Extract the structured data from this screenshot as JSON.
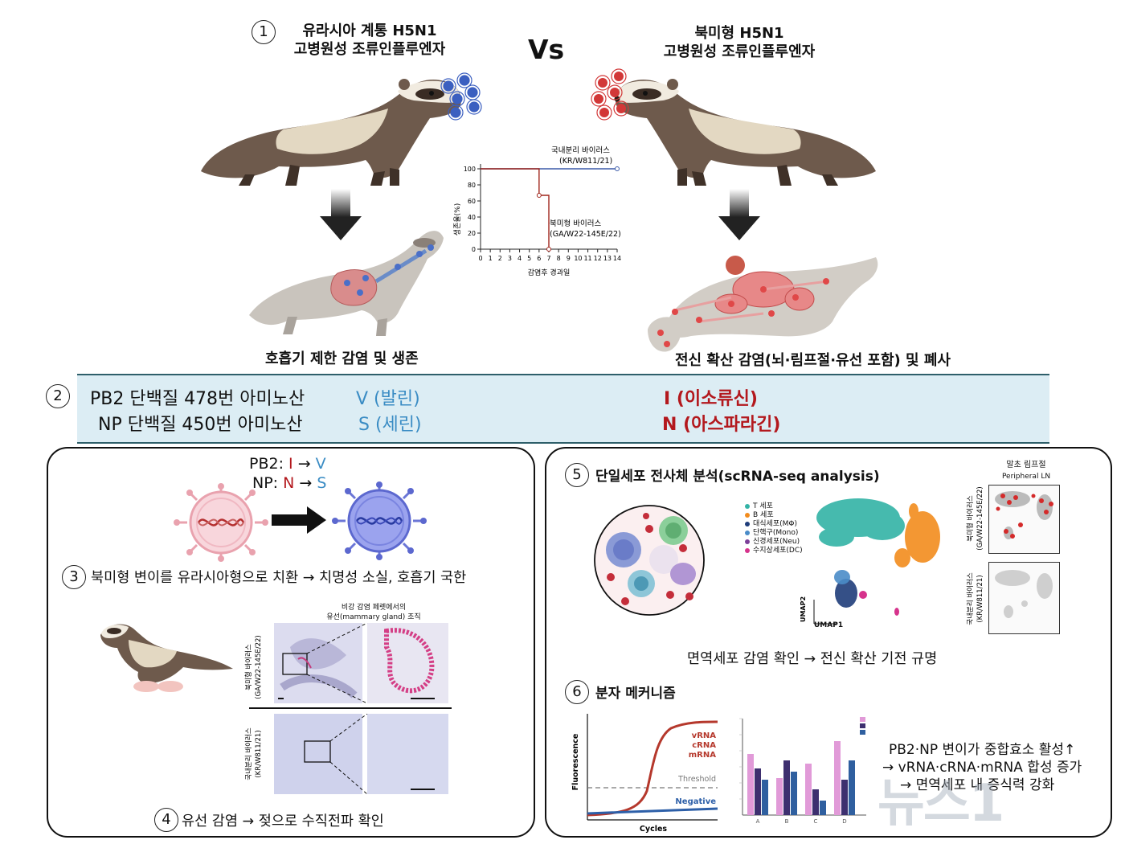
{
  "header": {
    "num1": "1",
    "left_title_1": "유라시아 계통 H5N1",
    "left_title_2": "고병원성 조류인플루엔자",
    "vs": "Vs",
    "right_title_1": "북미형 H5N1",
    "right_title_2": "고병원성 조류인플루엔자",
    "left_outcome": "호흡기 제한 감염 및 생존",
    "right_outcome": "전신 확산 감염(뇌·림프절·유선 포함) 및 폐사"
  },
  "survival_chart": {
    "ylabel": "생존율(%)",
    "xlabel": "감염후 경과일",
    "series_korean_label_1": "국내분리 바이러스",
    "series_korean_label_2": "(KR/W811/21)",
    "series_na_label_1": "북미형 바이러스",
    "series_na_label_2": "(GA/W22-145E/22)"
  },
  "chart_data": {
    "type": "line",
    "title": "",
    "xlabel": "감염후 경과일",
    "ylabel": "생존율(%)",
    "xlim": [
      0,
      14
    ],
    "ylim": [
      0,
      100
    ],
    "x_ticks": [
      "0",
      "1",
      "2",
      "3",
      "4",
      "5",
      "6",
      "7",
      "8",
      "9",
      "10",
      "11",
      "12",
      "13",
      "14"
    ],
    "y_ticks": [
      "0",
      "20",
      "40",
      "60",
      "80",
      "100"
    ],
    "series": [
      {
        "name": "국내분리 바이러스 (KR/W811/21)",
        "color": "#3b5aa8",
        "x": [
          0,
          14
        ],
        "y": [
          100,
          100
        ]
      },
      {
        "name": "북미형 바이러스 (GA/W22-145E/22)",
        "color": "#a0261c",
        "x": [
          0,
          6,
          6,
          7,
          7
        ],
        "y": [
          100,
          100,
          67,
          67,
          0
        ]
      }
    ]
  },
  "mutation_band": {
    "num2": "2",
    "row1_label": "PB2 단백질 478번 아미노산",
    "row1_eurasian": "V (발린)",
    "row1_na": "I (이소류신)",
    "row2_label": "NP 단백질 450번 아미노산",
    "row2_eurasian": "S (세린)",
    "row2_na": "N (아스파라긴)"
  },
  "left_panel": {
    "pb2_prefix": "PB2: ",
    "pb2_from": "I",
    "arrow": "→",
    "pb2_to": "V",
    "np_prefix": "NP: ",
    "np_from": "N",
    "np_to": "S",
    "num3": "3",
    "step3_text": "북미형 변이를 유라시아형으로 치환 → 치명성 소실, 호흡기 국한",
    "histology_title_1": "비강 감염 페렛에서의",
    "histology_title_2": "유선(mammary gland) 조직",
    "histo_row1_label_1": "북미형 바이러스",
    "histo_row1_label_2": "(GA/W22-145E/22)",
    "histo_row2_label_1": "국내분리 바이러스",
    "histo_row2_label_2": "(KR/W811/21)",
    "num4": "4",
    "step4_text": "유선 감염 → 젖으로 수직전파 확인"
  },
  "right_panel": {
    "num5": "5",
    "step5_title": "단일세포 전사체 분석(scRNA-seq analysis)",
    "legend": [
      {
        "label": "T 세포",
        "color": "#33b3a6"
      },
      {
        "label": "B 세포",
        "color": "#f28c1d"
      },
      {
        "label": "대식세포(MΦ)",
        "color": "#1f3d7a"
      },
      {
        "label": "단핵구(Mono)",
        "color": "#4a8cc8"
      },
      {
        "label": "신경세포(Neu)",
        "color": "#7b3f98"
      },
      {
        "label": "수지상세포(DC)",
        "color": "#d6338c"
      }
    ],
    "umap_x": "UMAP1",
    "umap_y": "UMAP2",
    "ln_title_1": "말초 림프절",
    "ln_title_2": "Peripheral LN",
    "ln_row1_label_1": "북미형 바이러스",
    "ln_row1_label_2": "(GA/W22-145E/22)",
    "ln_row2_label_1": "국내분리 바이러스",
    "ln_row2_label_2": "(KR/W811/21)",
    "step5_conclusion": "면역세포 감염 확인 → 전신 확산 기전 규명",
    "num6": "6",
    "step6_title": "분자 메커니즘",
    "pcr_ylabel": "Fluorescence",
    "pcr_xlabel": "Cycles",
    "pcr_vrna": "vRNA",
    "pcr_crna": "cRNA",
    "pcr_mrna": "mRNA",
    "pcr_threshold": "Threshold",
    "pcr_negative": "Negative",
    "bar_cats": [
      "A",
      "B",
      "C",
      "D"
    ],
    "mech_line1": "PB2·NP 변이가 중합효소 활성↑",
    "mech_line2": "→ vRNA·cRNA·mRNA 합성 증가",
    "mech_line3": "→ 면역세포 내 증식력 강화",
    "watermark": "뉴스1"
  }
}
